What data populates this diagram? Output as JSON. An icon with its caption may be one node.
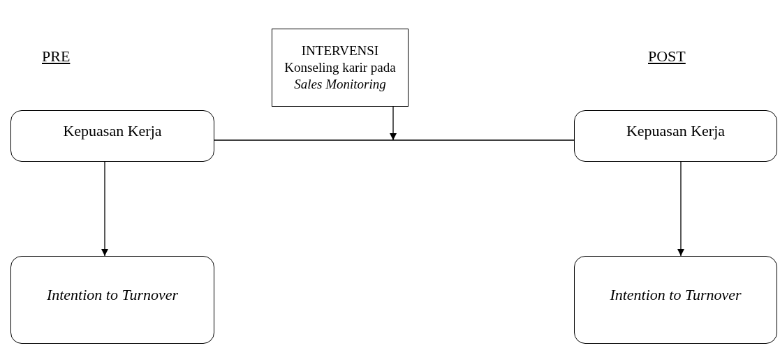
{
  "diagram": {
    "nodes": [
      {
        "text": [
          "INTERVENSI",
          "Konseling karir pada *Sales Monitoring*"
        ]
      },
      {
        "text": [
          "Kepuasan Kerja"
        ]
      },
      {
        "text": [
          "Intention to Turnover"
        ]
      },
      {
        "text": [
          "Kepuasan Kerja"
        ]
      },
      {
        "text": [
          "Intention to Turnover"
        ]
      }
    ],
    "edges": [
      {
        "from": 1,
        "to": 3,
        "arrow": "none"
      },
      {
        "from": 0,
        "to": null,
        "arrow": "to"
      },
      {
        "from": 1,
        "to": 2,
        "arrow": "to"
      },
      {
        "from": 3,
        "to": 4,
        "arrow": "to"
      }
    ],
    "labels": [
      "PRE",
      "POST"
    ]
  }
}
